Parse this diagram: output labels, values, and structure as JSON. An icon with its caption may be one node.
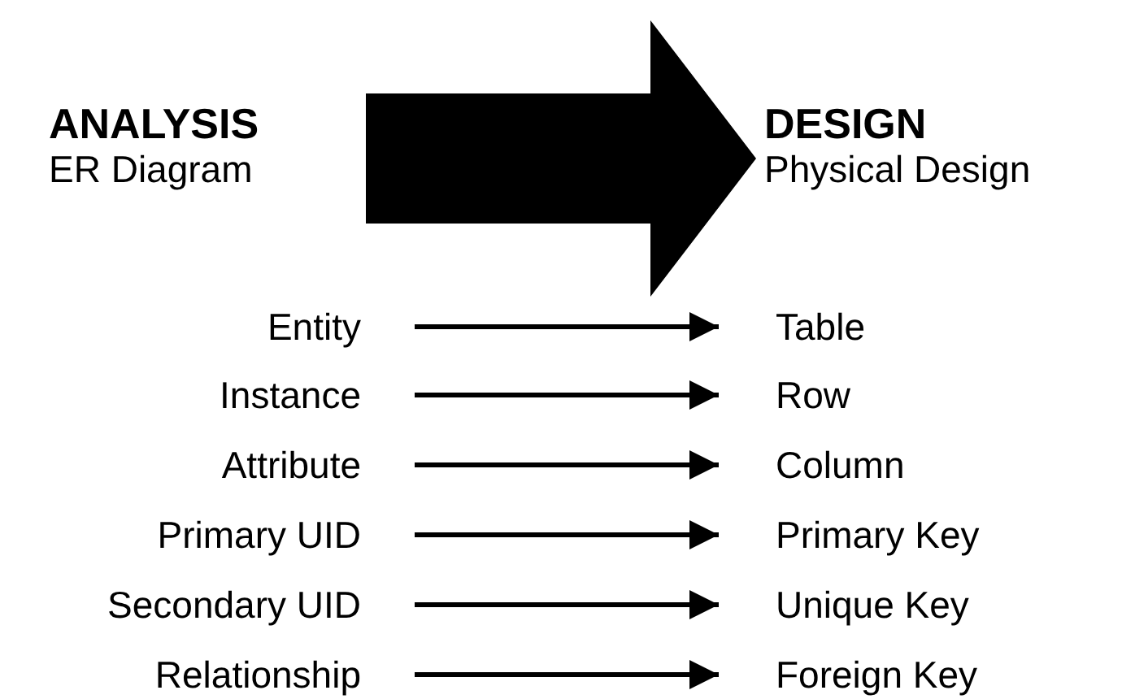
{
  "diagram": {
    "nodes": [
      {
        "text": [
          "ANALYSIS",
          "ER Diagram"
        ]
      },
      {
        "text": [
          "DESIGN",
          "Physical Design"
        ]
      },
      {
        "text": [
          "Entity"
        ]
      },
      {
        "text": [
          "Table"
        ]
      },
      {
        "text": [
          "Instance"
        ]
      },
      {
        "text": [
          "Row"
        ]
      },
      {
        "text": [
          "Attribute"
        ]
      },
      {
        "text": [
          "Column"
        ]
      },
      {
        "text": [
          "Primary UID"
        ]
      },
      {
        "text": [
          "Primary Key"
        ]
      },
      {
        "text": [
          "Secondary UID"
        ]
      },
      {
        "text": [
          "Unique Key"
        ]
      },
      {
        "text": [
          "Relationship"
        ]
      },
      {
        "text": [
          "Foreign Key"
        ]
      }
    ],
    "edges": [
      {
        "from": 0,
        "to": 1,
        "arrow": "to",
        "style": "thick"
      },
      {
        "from": 2,
        "to": 3,
        "arrow": "to"
      },
      {
        "from": 4,
        "to": 5,
        "arrow": "to"
      },
      {
        "from": 6,
        "to": 7,
        "arrow": "to"
      },
      {
        "from": 8,
        "to": 9,
        "arrow": "to"
      },
      {
        "from": 10,
        "to": 11,
        "arrow": "to"
      },
      {
        "from": 12,
        "to": 13,
        "arrow": "to"
      }
    ]
  }
}
